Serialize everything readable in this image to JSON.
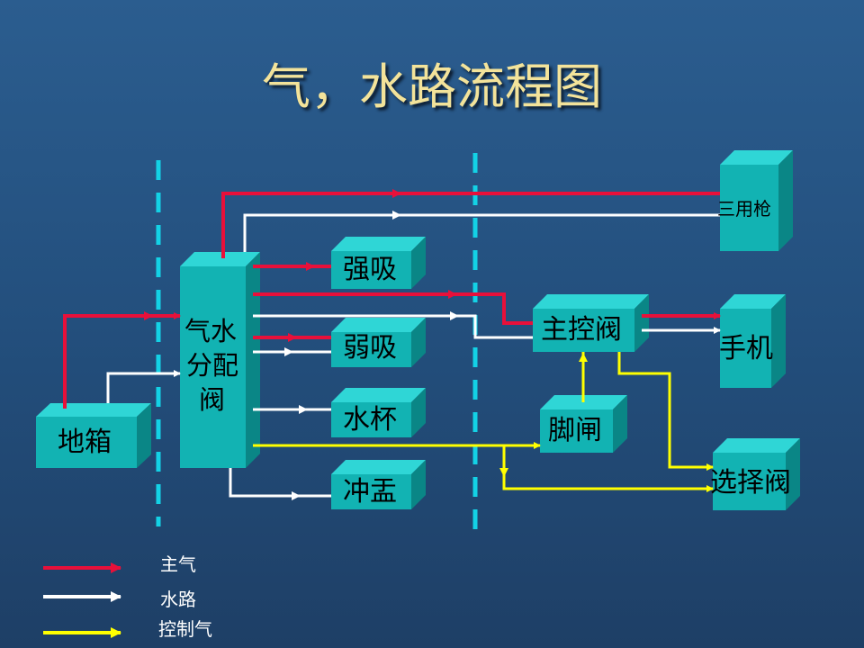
{
  "title": "气，水路流程图",
  "boxes": {
    "dixiang": "地箱",
    "fenpei_line1": "气水",
    "fenpei_line2": "分配",
    "fenpei_line3": "阀",
    "qiangxi": "强吸",
    "ruoxi": "弱吸",
    "shuibei": "水杯",
    "chongyu": "冲盂",
    "zhukong": "主控阀",
    "jiaozha": "脚闸",
    "sanyongqiang": "三用枪",
    "shouji": "手机",
    "xuanze": "选择阀"
  },
  "legend": {
    "main_air": "主气",
    "water": "水路",
    "control_air": "控制气"
  },
  "colors": {
    "main_air": "#e8103a",
    "water": "#ffffff",
    "control_air": "#ffff00",
    "box_front": "#12b3b3",
    "box_top": "#2fd6d6",
    "box_side": "#0a8686",
    "divider": "#13d2e6"
  }
}
